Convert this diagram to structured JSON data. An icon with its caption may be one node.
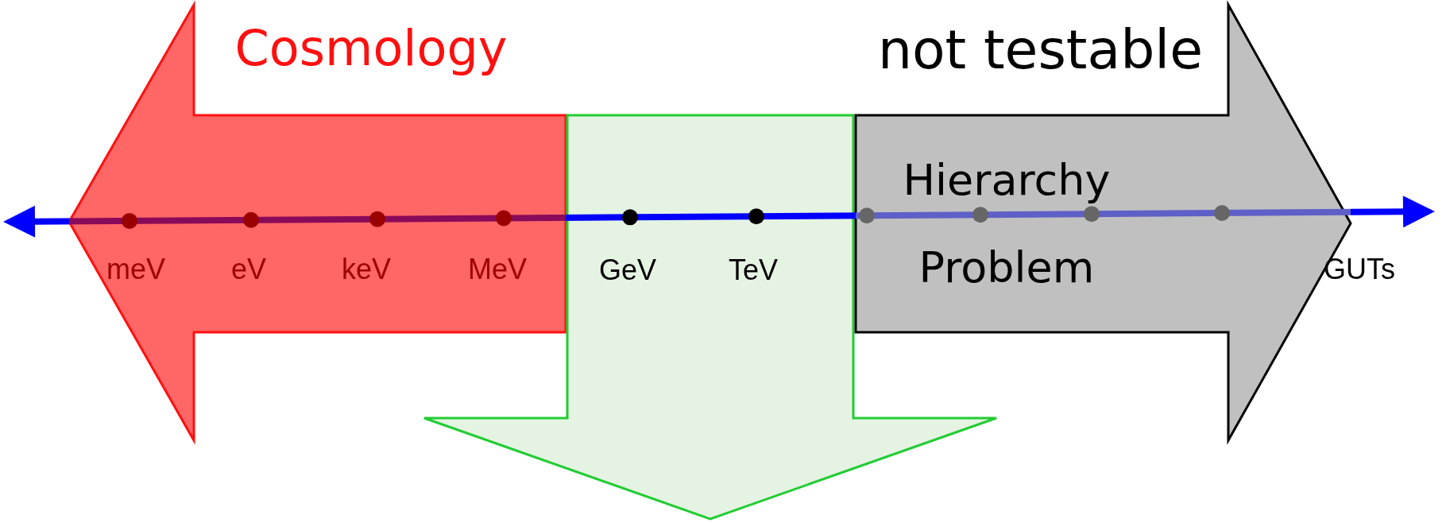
{
  "diagram": {
    "nodes": [
      {
        "text": [
          "Cosmology"
        ]
      },
      {
        "text": [
          "GeV",
          "TeV"
        ]
      },
      {
        "text": [
          "not testable",
          "Hierarchy Problem"
        ]
      }
    ],
    "labels": [
      "meV",
      "eV",
      "keV",
      "MeV",
      "GUTs"
    ]
  }
}
